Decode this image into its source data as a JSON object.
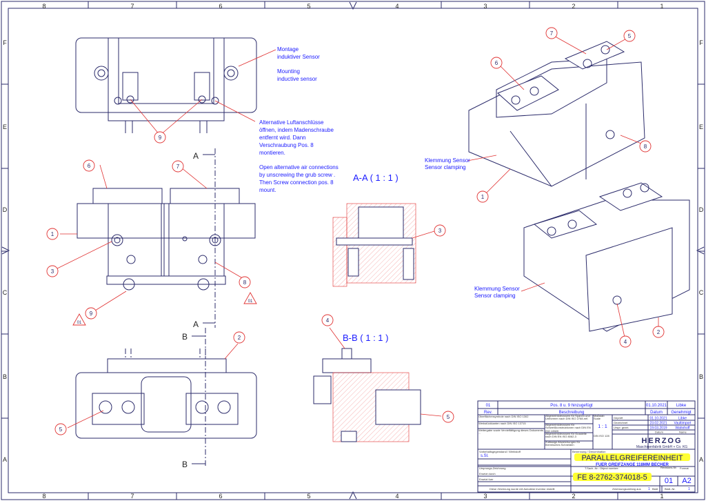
{
  "frame": {
    "columns": [
      "8",
      "7",
      "6",
      "5",
      "4",
      "3",
      "2",
      "1"
    ],
    "rows": [
      "F",
      "E",
      "D",
      "C",
      "B",
      "A"
    ]
  },
  "notes": {
    "mount_de": [
      "Montage",
      "induktiver Sensor"
    ],
    "mount_en": [
      "Mounting",
      "inductive sensor"
    ],
    "alt_de": [
      "Alternative Luftanschlüsse",
      "öffnen, indem Madenschraube",
      "entfernt wird. Dann",
      "Verschraubung Pos. 8",
      "montieren."
    ],
    "alt_en": [
      "Open alternative air connections",
      "by unscrewing the grub screw .",
      "Then Screw connection pos. 8",
      "mount."
    ],
    "clamp1": [
      "Klemmung Sensor",
      "Sensor clamping"
    ],
    "clamp2": [
      "Klemmung Sensor",
      "Sensor clamping"
    ]
  },
  "sections": {
    "aa": "A-A ( 1 : 1 )",
    "bb": "B-B ( 1 : 1 )",
    "a": "A",
    "b": "B"
  },
  "balloons": {
    "b1": "1",
    "b2": "2",
    "b3": "3",
    "b4": "4",
    "b5": "5",
    "b6": "6",
    "b7": "7",
    "b8": "8",
    "b9": "9",
    "rev": "01"
  },
  "title_block": {
    "rev_no": "01",
    "rev_desc": "Pos. 8 u. 9 hinzugefügt",
    "rev_date": "01.10.2021",
    "rev_by": "Libke",
    "h_rev": "Rev.",
    "h_desc": "Beschreibung",
    "h_date": "Datum",
    "h_appr": "Genehmigt",
    "notes_left": [
      "Oberflächensymbole nach DIN ISO 1302",
      "Werkstückkanten nach DIN ISO 13715",
      "Weitergabe sowie Vervielfältigung dieses Dokuments ..."
    ],
    "notes_mid": [
      "Allgemeintoleranzen für Spanen und Umformen nach DIN ISO 2768-mK",
      "Allgemeintoleranzen für Schweißkonstruktionen nach DIN EN ISO 13920",
      "Allgemeintoleranzen für Gussteile nach DIN EN ISO 8062-3",
      "Zulässige Abweichungen für thermisches Schneiden"
    ],
    "scale_label": "Maßstab Scale",
    "scale": "1 : 1",
    "projection_label": "DIN ISO 128",
    "checked_label": "Geprüft",
    "checked_date": "01.10.2021",
    "checked_by": "Libke",
    "drawn_label": "Gezeichnet",
    "drawn_date": "23.02.2021",
    "drawn_by": "Vaultimport",
    "orig_label": "Urspr. gezei.",
    "orig_date": "19.03.2019",
    "orig_by": "Wahnhoff",
    "date_label": "Datum",
    "name_label": "Name",
    "company_logo": "HERZOG",
    "company": "Maschinenfabrik GmbH + Co. KG",
    "material_label": "Vorbehaltsgegenstand / Werkstoff",
    "material": "s.Sl.",
    "origin_label": "Ursprungs-Zeichnung",
    "replaced_by": "Ersetzt durch",
    "replaces": "Ersetzt fuer",
    "designation_label": "Benennung / Denomination",
    "title": "PARALLELGREIFEREINHEIT",
    "subtitle": "FUER GREIFZANGE 118MM BECHER",
    "number_label": "T.Sach.-Nr.: Object number:",
    "number": "FE 8-2762-374018-5",
    "revision_label": "Revisions-Nr.",
    "revision": "01",
    "format_label": "Format",
    "format": "A2",
    "footer_note": "Diese Zeichnung wurde mit Autodesk Inventor erstellt",
    "sheets_label": "Zeichnungsumfang aus",
    "sheets": "1",
    "sheets_unit": "Blatt",
    "sheet_label": "Blatt.-Nr.",
    "sheet": "1"
  }
}
